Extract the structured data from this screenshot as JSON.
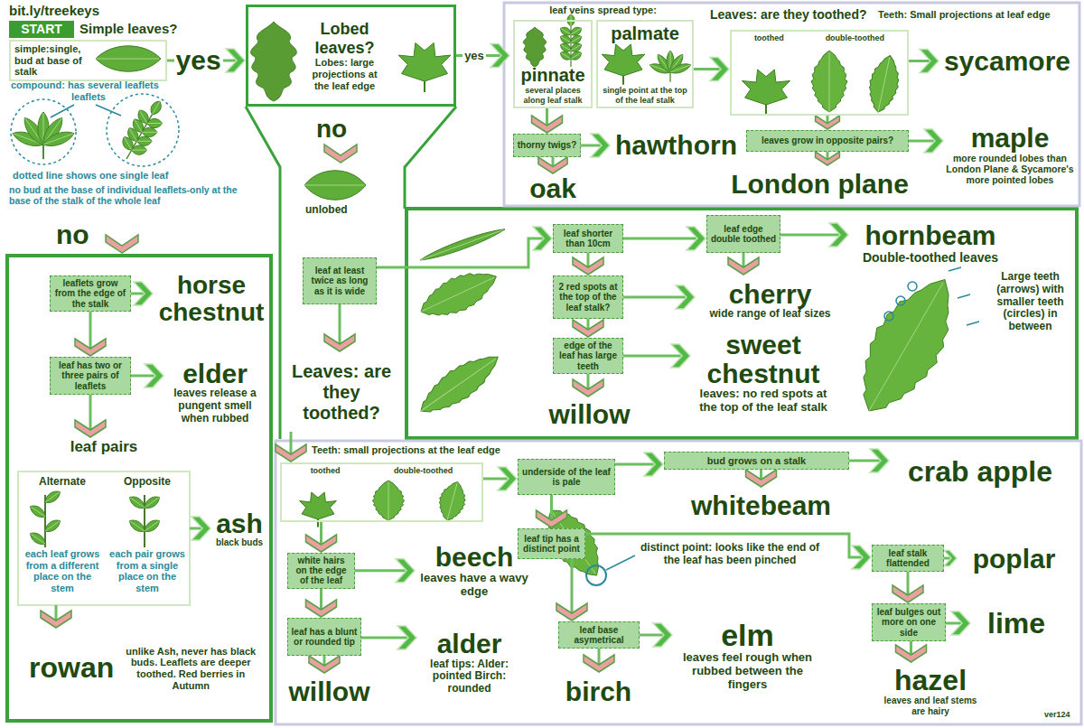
{
  "diagram": {
    "nodes": [
      {
        "text": [
          "START"
        ]
      },
      {
        "text": [
          "simple:single, bud at base of stalk"
        ]
      },
      {
        "text": [
          "Lobed leaves?",
          "Lobes: large projections at the leaf edge"
        ]
      },
      {
        "text": [
          "leaf veins spread type:"
        ]
      },
      {
        "text": [
          "pinnate",
          "several places along leaf stalk"
        ],
        "in": 3
      },
      {
        "text": [
          "palmate",
          "single point at the top of the leaf stalk"
        ],
        "in": 3
      },
      {
        "text": [
          "toothed",
          "double-toothed"
        ]
      },
      {
        "text": [
          "sycamore"
        ]
      },
      {
        "text": [
          "thorny twigs?"
        ]
      },
      {
        "text": [
          "hawthorn"
        ]
      },
      {
        "text": [
          "leaves grow in opposite pairs?"
        ]
      },
      {
        "text": [
          "maple",
          "more rounded lobes than London Plane & Sycamore's more pointed lobes"
        ]
      },
      {
        "text": [
          "oak"
        ]
      },
      {
        "text": [
          "London plane"
        ]
      },
      {
        "text": [
          "leaf at least twice as long as it is wide"
        ]
      },
      {
        "text": [
          "leaf shorter than 10cm"
        ]
      },
      {
        "text": [
          "leaf edge double toothed"
        ]
      },
      {
        "text": [
          "hornbeam",
          "Double-toothed leaves"
        ]
      },
      {
        "text": [
          "2 red spots at the top of the leaf stalk?"
        ]
      },
      {
        "text": [
          "cherry",
          "wide range of leaf sizes"
        ]
      },
      {
        "text": [
          "edge of the leaf has large teeth"
        ]
      },
      {
        "text": [
          "sweet chestnut",
          "leaves: no red spots at the top of the leaf stalk"
        ]
      },
      {
        "text": [
          "willow"
        ]
      },
      {
        "text": [
          "Leaves: are they toothed?"
        ]
      },
      {
        "text": [
          "leaflets grow from the edge of the stalk"
        ]
      },
      {
        "text": [
          "horse chestnut"
        ]
      },
      {
        "text": [
          "leaf has two or three pairs of leaflets"
        ]
      },
      {
        "text": [
          "elder",
          "leaves release a pungent smell when rubbed"
        ]
      },
      {
        "text": [
          "leaf pairs",
          "Alternate",
          "Opposite",
          "each leaf grows from a different place on the stem",
          "each pair grows from a single place on the stem"
        ]
      },
      {
        "text": [
          "ash",
          "black buds"
        ]
      },
      {
        "text": [
          "rowan",
          "unlike Ash, never has black buds. Leaflets are deeper toothed. Red berries in Autumn"
        ]
      },
      {
        "text": [
          "toothed",
          "double-toothed"
        ]
      },
      {
        "text": [
          "underside of the leaf is pale"
        ]
      },
      {
        "text": [
          "bud grows on a stalk"
        ]
      },
      {
        "text": [
          "crab apple"
        ]
      },
      {
        "text": [
          "whitebeam"
        ]
      },
      {
        "text": [
          "white hairs on the edge of the leaf"
        ]
      },
      {
        "text": [
          "beech",
          "leaves have a wavy edge"
        ]
      },
      {
        "text": [
          "leaf tip has a distinct point"
        ]
      },
      {
        "text": [
          "leaf stalk flattended"
        ]
      },
      {
        "text": [
          "poplar"
        ]
      },
      {
        "text": [
          "leaf has a blunt or rounded tip"
        ]
      },
      {
        "text": [
          "alder",
          "leaf tips: Alder: pointed Birch: rounded"
        ]
      },
      {
        "text": [
          "leaf base asymetrical"
        ]
      },
      {
        "text": [
          "elm",
          "leaves feel rough when rubbed between the fingers"
        ]
      },
      {
        "text": [
          "leaf bulges out more on one side"
        ]
      },
      {
        "text": [
          "lime"
        ]
      },
      {
        "text": [
          "willow"
        ]
      },
      {
        "text": [
          "birch"
        ]
      },
      {
        "text": [
          "hazel",
          "leaves and leaf stems are hairy"
        ]
      }
    ],
    "edges": [
      {
        "from": 1,
        "to": 2,
        "arrow": "to",
        "label": "yes"
      },
      {
        "from": 2,
        "to": 3,
        "arrow": "to",
        "label": "yes"
      },
      {
        "from": 5,
        "to": 6,
        "arrow": "to"
      },
      {
        "from": 6,
        "to": 7,
        "arrow": "to"
      },
      {
        "from": 4,
        "to": 8,
        "arrow": "to"
      },
      {
        "from": 8,
        "to": 9,
        "arrow": "to"
      },
      {
        "from": 6,
        "to": 10,
        "arrow": "to"
      },
      {
        "from": 10,
        "to": 11,
        "arrow": "to"
      },
      {
        "from": 8,
        "to": 12,
        "arrow": "to"
      },
      {
        "from": 10,
        "to": 13,
        "arrow": "to"
      },
      {
        "from": 14,
        "to": 15,
        "arrow": "to"
      },
      {
        "from": 15,
        "to": 16,
        "arrow": "to"
      },
      {
        "from": 16,
        "to": 17,
        "arrow": "to"
      },
      {
        "from": 16,
        "to": 19,
        "arrow": "to"
      },
      {
        "from": 15,
        "to": 18,
        "arrow": "to"
      },
      {
        "from": 18,
        "to": 19,
        "arrow": "to"
      },
      {
        "from": 18,
        "to": 20,
        "arrow": "to"
      },
      {
        "from": 20,
        "to": 21,
        "arrow": "to"
      },
      {
        "from": 20,
        "to": 22,
        "arrow": "to"
      },
      {
        "from": 14,
        "to": 23,
        "arrow": "to"
      },
      {
        "from": 23,
        "to": 31,
        "arrow": "to"
      },
      {
        "from": 24,
        "to": 25,
        "arrow": "to"
      },
      {
        "from": 24,
        "to": 26,
        "arrow": "to"
      },
      {
        "from": 26,
        "to": 27,
        "arrow": "to"
      },
      {
        "from": 26,
        "to": 28,
        "arrow": "to"
      },
      {
        "from": 28,
        "to": 29,
        "arrow": "to"
      },
      {
        "from": 28,
        "to": 30,
        "arrow": "to"
      },
      {
        "from": 31,
        "to": 32,
        "arrow": "to"
      },
      {
        "from": 32,
        "to": 33,
        "arrow": "to"
      },
      {
        "from": 33,
        "to": 34,
        "arrow": "to"
      },
      {
        "from": 33,
        "to": 35,
        "arrow": "to"
      },
      {
        "from": 31,
        "to": 36,
        "arrow": "to"
      },
      {
        "from": 36,
        "to": 37,
        "arrow": "to"
      },
      {
        "from": 32,
        "to": 38,
        "arrow": "to"
      },
      {
        "from": 38,
        "to": 39,
        "arrow": "to"
      },
      {
        "from": 39,
        "to": 40,
        "arrow": "to"
      },
      {
        "from": 36,
        "to": 41,
        "arrow": "to"
      },
      {
        "from": 41,
        "to": 42,
        "arrow": "to"
      },
      {
        "from": 38,
        "to": 43,
        "arrow": "to"
      },
      {
        "from": 43,
        "to": 44,
        "arrow": "to"
      },
      {
        "from": 39,
        "to": 45,
        "arrow": "to"
      },
      {
        "from": 45,
        "to": 46,
        "arrow": "to"
      },
      {
        "from": 41,
        "to": 47,
        "arrow": "to"
      },
      {
        "from": 43,
        "to": 48,
        "arrow": "to"
      },
      {
        "from": 45,
        "to": 49,
        "arrow": "to"
      }
    ],
    "labels": [
      "bit.ly/treekeys",
      "Simple leaves?",
      "compound: has several leaflets",
      "leaflets",
      "dotted line shows one single leaf",
      "no bud at the base of individual leaflets-only at the base of the stalk of the whole leaf",
      "no",
      "no",
      "unlobed",
      "Leaves: are they toothed?",
      "Teeth: Small projections at leaf edge",
      "Large teeth (arrows) with smaller teeth (circles) in between",
      "Teeth: small projections at the leaf edge",
      "distinct point: looks like the end of the leaf has been pinched",
      "ver124"
    ]
  }
}
